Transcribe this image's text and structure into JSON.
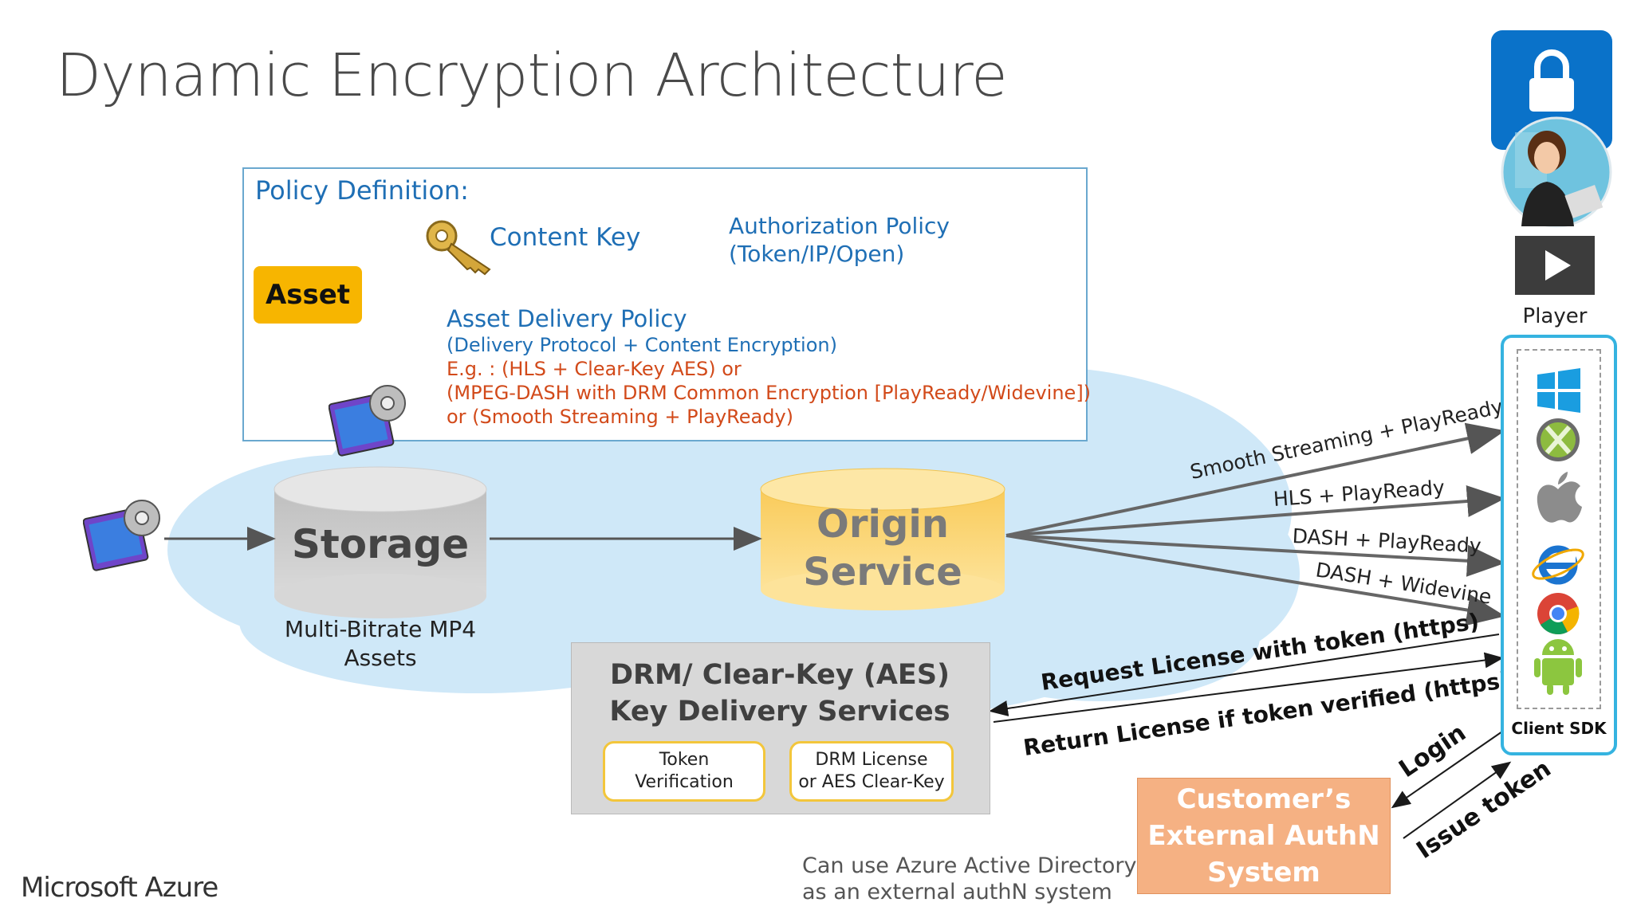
{
  "title": "Dynamic Encryption Architecture",
  "brand": "Microsoft Azure",
  "policy": {
    "heading": "Policy Definition:",
    "content_key": "Content Key",
    "auth_policy_line1": "Authorization Policy",
    "auth_policy_line2": "(Token/IP/Open)",
    "asset": "Asset",
    "delivery_policy": "Asset Delivery Policy",
    "delivery_desc": "(Delivery Protocol + Content Encryption)",
    "example1": "E.g. :  (HLS + Clear-Key AES) or",
    "example2": "(MPEG-DASH with DRM Common Encryption [PlayReady/Widevine])",
    "example3": "or (Smooth Streaming + PlayReady)"
  },
  "storage": {
    "label": "Storage",
    "sub1": "Multi-Bitrate MP4",
    "sub2": "Assets"
  },
  "origin": {
    "line1": "Origin",
    "line2": "Service"
  },
  "streams": [
    "Smooth Streaming + PlayReady",
    "HLS + PlayReady",
    "DASH + PlayReady",
    "DASH + Widevine"
  ],
  "drm": {
    "title1": "DRM/ Clear-Key (AES)",
    "title2": "Key Delivery Services",
    "token1": "Token",
    "token2": "Verification",
    "lic1": "DRM License",
    "lic2": "or AES Clear-Key"
  },
  "license_request": "Request License with token (https)",
  "license_return": "Return License if token verified (https)",
  "login": "Login",
  "issue_token": "Issue token",
  "authn": {
    "line1": "Customer’s",
    "line2": "External AuthN",
    "line3": "System"
  },
  "note1": "Can use Azure Active Directory",
  "note2": "as an external authN system",
  "player_label": "Player",
  "client_sdk": "Client SDK",
  "colors": {
    "cloud": "#cfe8f8",
    "storage": "#c9c9c9",
    "origin": "#fcd46f",
    "accent": "#1f6fb5",
    "asset": "#f7b500",
    "authn": "#f5b183"
  }
}
